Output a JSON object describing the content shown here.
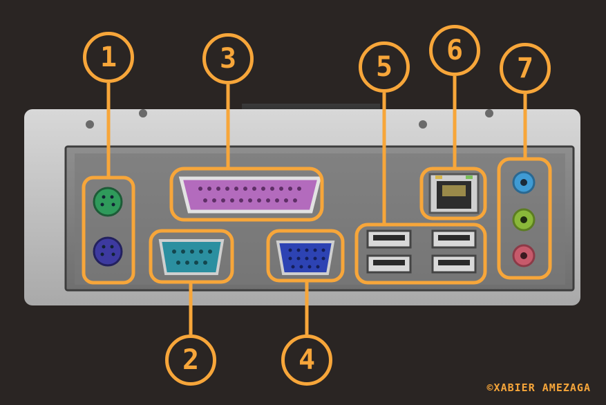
{
  "callouts": [
    {
      "number": "1"
    },
    {
      "number": "2"
    },
    {
      "number": "3"
    },
    {
      "number": "4"
    },
    {
      "number": "5"
    },
    {
      "number": "6"
    },
    {
      "number": "7"
    }
  ],
  "credit": "©XABIER AMEZAGA",
  "colors": {
    "accent": "#f7a63a",
    "background": "#2a2523",
    "ps2_mouse": "#2f9a5b",
    "ps2_keyboard": "#3d3aa0",
    "parallel": "#b36bbd",
    "serial": "#2b8fa0",
    "vga": "#2d43b3",
    "audio_line_in": "#3f9bd4",
    "audio_line_out": "#8ab83a",
    "audio_mic": "#c65a6b"
  }
}
